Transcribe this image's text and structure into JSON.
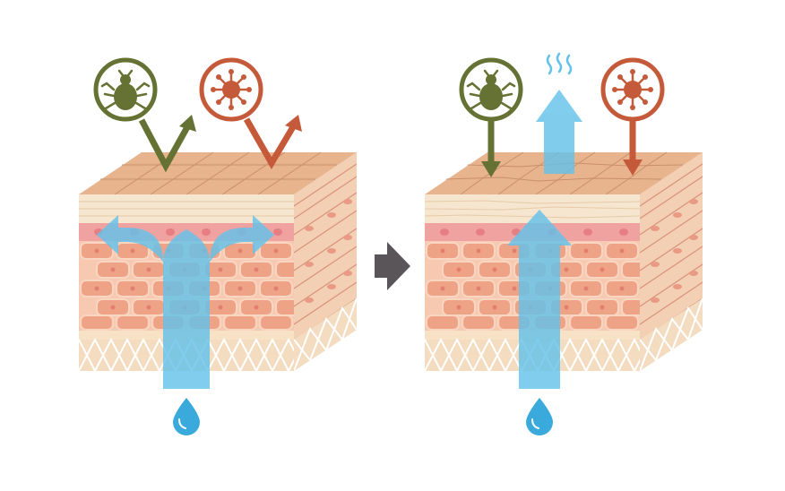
{
  "colors": {
    "background": "#ffffff",
    "surface_top": "#e8b48e",
    "surface_lines": "#c88f6c",
    "cream_layer": "#f7e6cf",
    "pink_layer": "#f0a2a0",
    "brick_cell": "#efa386",
    "side_face": "#f3cfb4",
    "lattice_base": "#f3dcc0",
    "lattice_lines": "#ffffff",
    "mite_color": "#667233",
    "germ_color": "#c55a3a",
    "water_arrow": "#64c2ea",
    "water_drop": "#3aa9dc",
    "transition_arrow": "#5a5558"
  },
  "icons": {
    "mite": "mite-icon",
    "germ": "virus-icon",
    "water": "water-drop-icon",
    "steam": "steam-icon",
    "arrow": "right-arrow-icon"
  },
  "panels": [
    {
      "state": "healthy-barrier",
      "mite_direction": "deflected",
      "germ_direction": "deflected",
      "water_flow": "retained"
    },
    {
      "state": "damaged-barrier",
      "mite_direction": "penetrating",
      "germ_direction": "penetrating",
      "water_flow": "evaporating"
    }
  ]
}
